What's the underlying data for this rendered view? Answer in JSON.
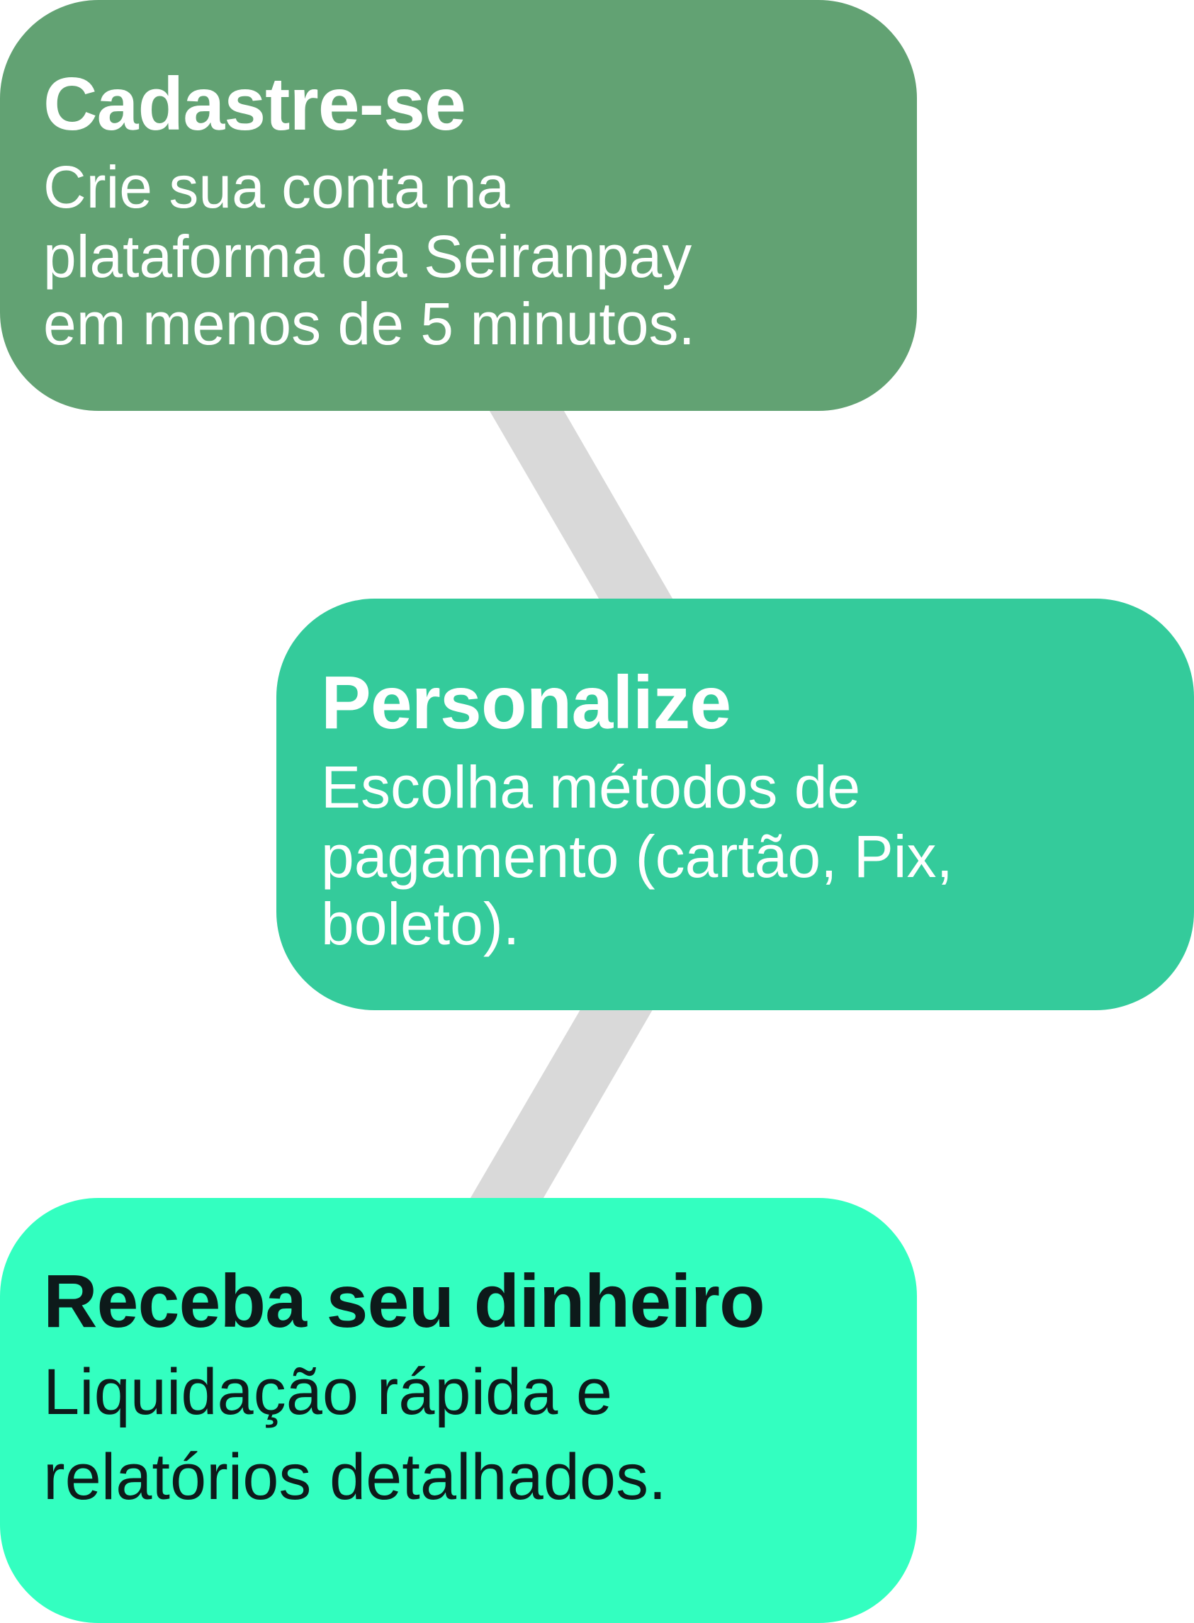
{
  "colors": {
    "step1": "#62a273",
    "step2": "#34cb9b",
    "step3": "#33ffc0",
    "connector": "#d9d9d9"
  },
  "steps": [
    {
      "title": "Cadastre-se",
      "lines": [
        "Crie sua conta na",
        "plataforma da Seiranpay",
        "em menos de 5 minutos."
      ]
    },
    {
      "title": "Personalize",
      "lines": [
        "Escolha métodos de",
        "pagamento (cartão, Pix,",
        "boleto)."
      ]
    },
    {
      "title": "Receba seu dinheiro",
      "lines": [
        "Liquidação rápida e",
        "relatórios detalhados."
      ]
    }
  ]
}
